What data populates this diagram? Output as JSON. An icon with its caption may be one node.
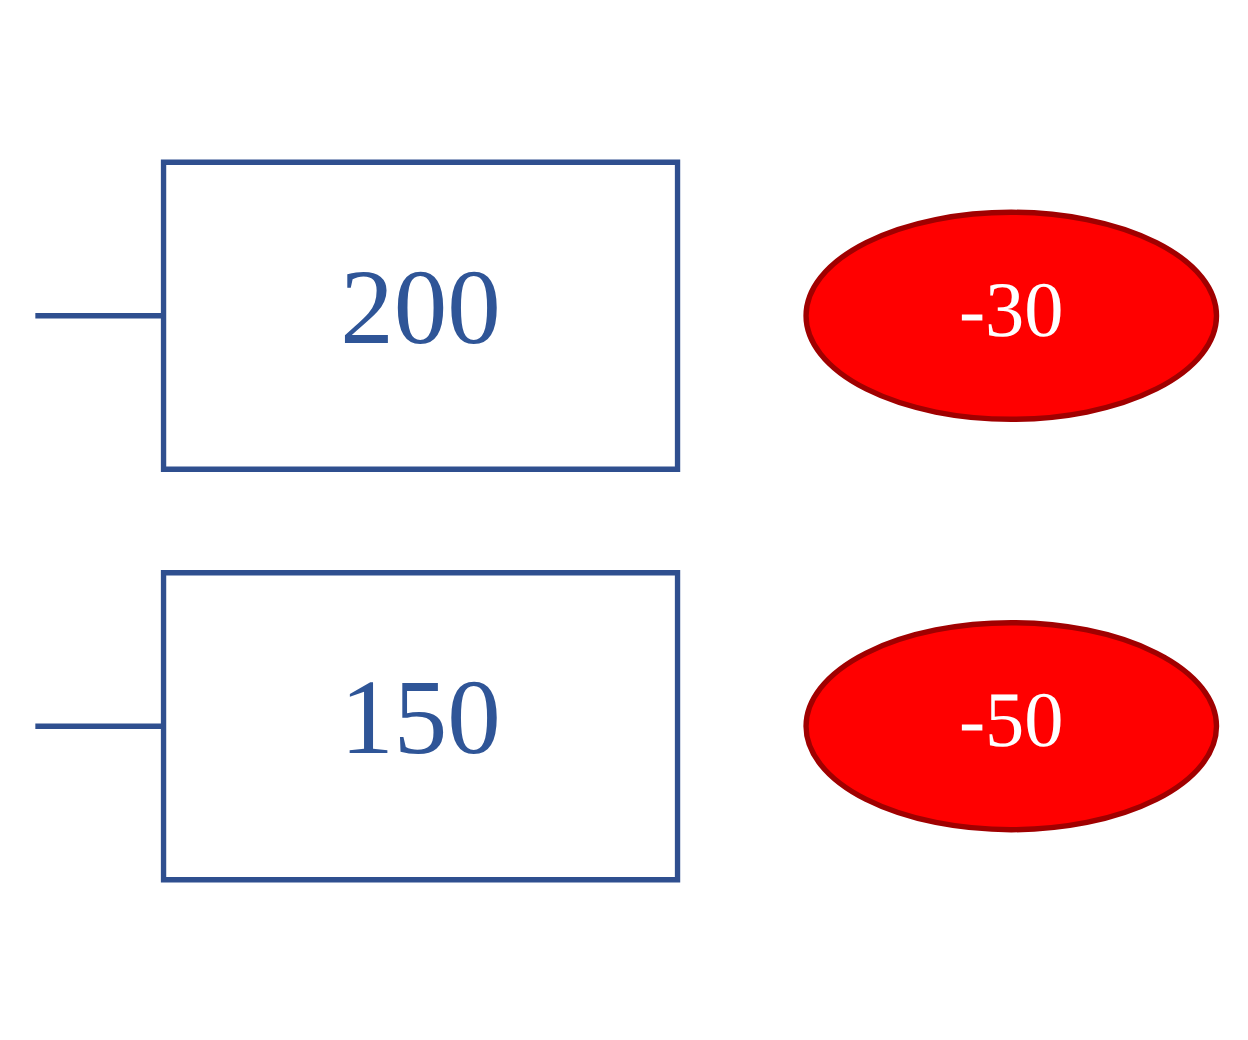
{
  "diagram": {
    "nodes": [
      {
        "text": [
          "200"
        ]
      },
      {
        "text": [
          "-30"
        ]
      },
      {
        "text": [
          "150"
        ]
      },
      {
        "text": [
          "-50"
        ]
      }
    ],
    "edges": [
      {
        "from": null,
        "to": 0,
        "arrow": "none"
      },
      {
        "from": null,
        "to": 2,
        "arrow": "none"
      }
    ]
  }
}
